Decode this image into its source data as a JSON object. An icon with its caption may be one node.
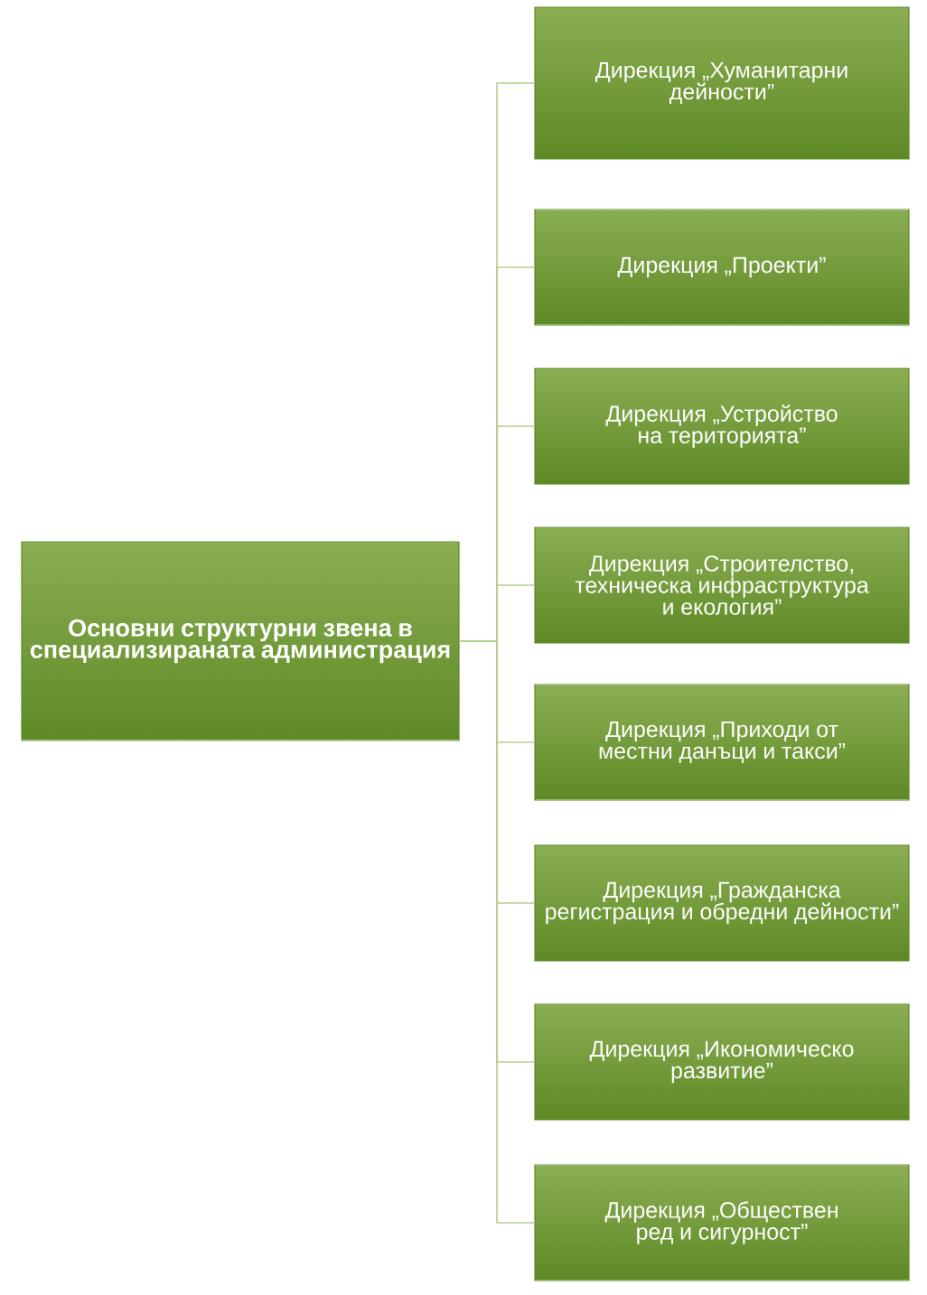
{
  "diagram": {
    "nodes": [
      {
        "text": [
          "Основни структурни звена в специализираната администрация"
        ]
      },
      {
        "text": [
          "Дирекция „Хуманитарни дейности”"
        ]
      },
      {
        "text": [
          "Дирекция „Проекти”"
        ]
      },
      {
        "text": [
          "Дирекция „Устройство на територията”"
        ]
      },
      {
        "text": [
          "Дирекция „Строителство, техническа инфраструктура и екология”"
        ]
      },
      {
        "text": [
          "Дирекция „Приходи от местни данъци и такси”"
        ]
      },
      {
        "text": [
          "Дирекция „Гражданска регистрация и обредни дейности”"
        ]
      },
      {
        "text": [
          "Дирекция „Икономическо развитие”"
        ]
      },
      {
        "text": [
          "Дирекция „Обществен ред и сигурност”"
        ]
      }
    ],
    "edges": [
      {
        "from": 0,
        "to": 1,
        "arrow": "none"
      },
      {
        "from": 0,
        "to": 2,
        "arrow": "none"
      },
      {
        "from": 0,
        "to": 3,
        "arrow": "none"
      },
      {
        "from": 0,
        "to": 4,
        "arrow": "none"
      },
      {
        "from": 0,
        "to": 5,
        "arrow": "none"
      },
      {
        "from": 0,
        "to": 6,
        "arrow": "none"
      },
      {
        "from": 0,
        "to": 7,
        "arrow": "none"
      },
      {
        "from": 0,
        "to": 8,
        "arrow": "none"
      }
    ]
  }
}
